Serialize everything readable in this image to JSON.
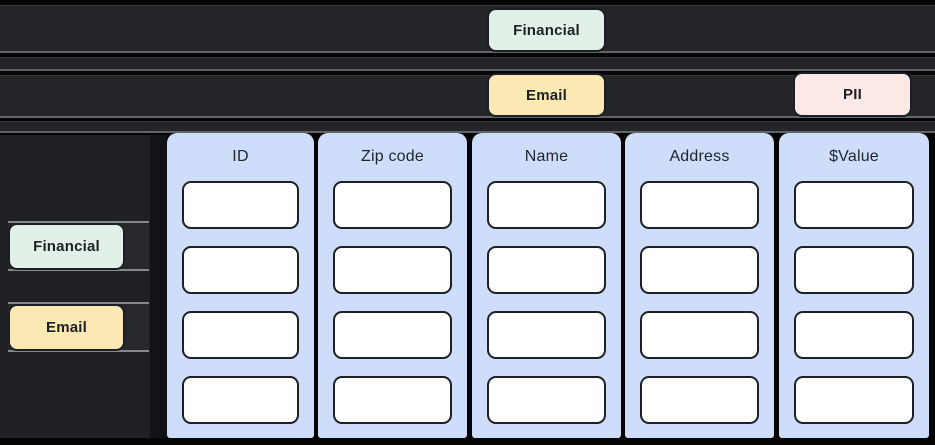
{
  "top_tags": {
    "financial": {
      "label": "Financial"
    },
    "email": {
      "label": "Email"
    },
    "pii": {
      "label": "PII"
    }
  },
  "left_tags": {
    "financial": {
      "label": "Financial"
    },
    "email": {
      "label": "Email"
    }
  },
  "table": {
    "columns": [
      {
        "header": "ID"
      },
      {
        "header": "Zip code"
      },
      {
        "header": "Name"
      },
      {
        "header": "Address"
      },
      {
        "header": "$Value"
      }
    ],
    "rows_per_column": 4
  },
  "colors": {
    "financial_tag": "#e2f1e7",
    "email_tag": "#fbe9b4",
    "pii_tag": "#fce8e5",
    "column_panel": "#cdddfa",
    "cell": "#ffffff",
    "row_band": "#242529",
    "background": "#000000"
  }
}
